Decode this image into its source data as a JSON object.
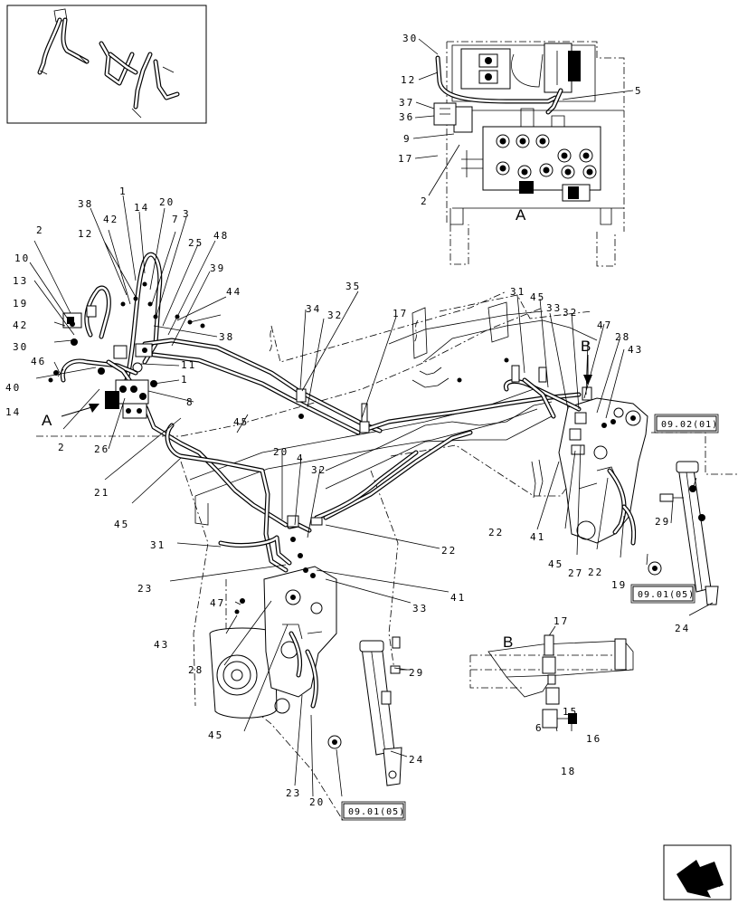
{
  "view_labels": {
    "a_top": "A",
    "a_main": "A",
    "b_main": "B",
    "b_detail": "B"
  },
  "ref_boxes": {
    "ref_0902": "09.02(01)",
    "ref_0901_right": "09.01(05)",
    "ref_0901_bottom": "09.01(05)"
  },
  "callouts": {
    "t30": "30",
    "t12": "12",
    "t37": "37",
    "t36": "36",
    "t9": "9",
    "t17": "17",
    "t2": "2",
    "t5": "5",
    "m38": "38",
    "m1": "1",
    "m14": "14",
    "m20": "20",
    "m7": "7",
    "m3": "3",
    "m42": "42",
    "m25": "25",
    "m48": "48",
    "m2": "2",
    "m12": "12",
    "m39": "39",
    "m10": "10",
    "m44": "44",
    "m13": "13",
    "m38b": "38",
    "m19": "19",
    "m42b": "42",
    "m30": "30",
    "m46": "46",
    "m40": "40",
    "m11": "11",
    "m1b": "1",
    "m14b": "14",
    "m8": "8",
    "m2b": "2",
    "m26": "26",
    "m21": "21",
    "m35": "35",
    "m34": "34",
    "m32": "32",
    "m17": "17",
    "m45": "45",
    "r31": "31",
    "r45": "45",
    "r33": "33",
    "r32": "32",
    "r47": "47",
    "r28": "28",
    "r43": "43",
    "r29": "29",
    "r41": "41",
    "r45b": "45",
    "r27": "27",
    "r22": "22",
    "r19": "19",
    "r24": "24",
    "r22b": "22",
    "c45": "45",
    "c20": "20",
    "c4": "4",
    "c32": "32",
    "c31": "31",
    "c22": "22",
    "c23": "23",
    "c41": "41",
    "c47": "47",
    "c33": "33",
    "c43": "43",
    "c28": "28",
    "c29": "29",
    "c45b": "45",
    "c24": "24",
    "c23b": "23",
    "c20b": "20",
    "b17": "17",
    "b15": "15",
    "b6": "6",
    "b16": "16",
    "b18": "18"
  }
}
